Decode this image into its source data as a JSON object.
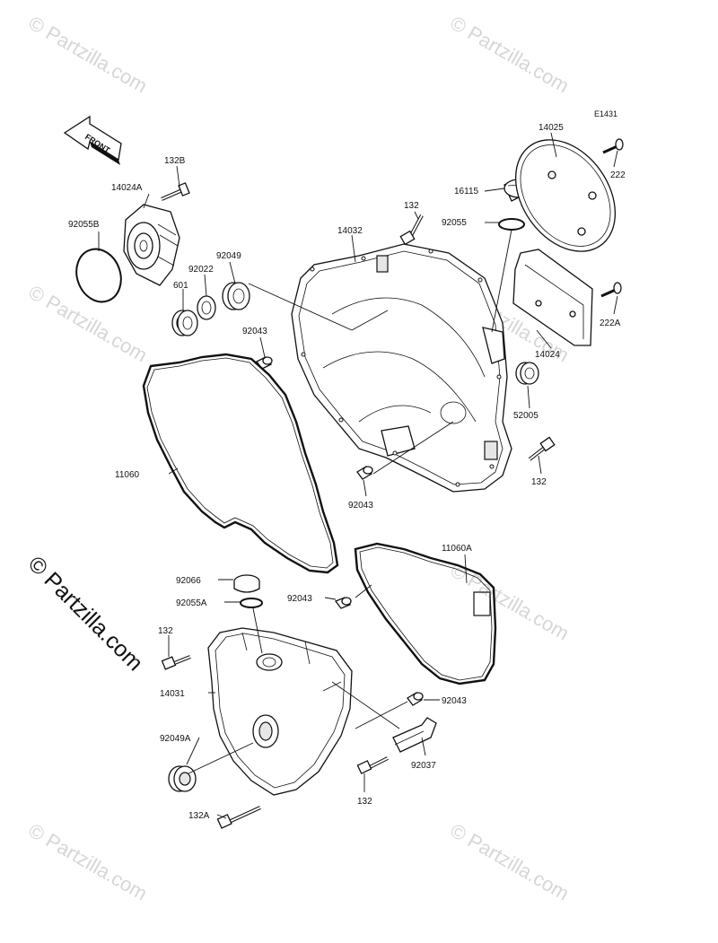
{
  "diagram": {
    "code": "E1431",
    "front_label": "FRONT",
    "copyright_text": "© Partzilla.com",
    "watermark_text": "© Partzilla.com",
    "callouts": [
      {
        "id": "c-132b",
        "label": "132B"
      },
      {
        "id": "c-14024a",
        "label": "14024A"
      },
      {
        "id": "c-92055b",
        "label": "92055B"
      },
      {
        "id": "c-92049",
        "label": "92049"
      },
      {
        "id": "c-92022",
        "label": "92022"
      },
      {
        "id": "c-601",
        "label": "601"
      },
      {
        "id": "c-92043-a",
        "label": "92043"
      },
      {
        "id": "c-14032",
        "label": "14032"
      },
      {
        "id": "c-132-a",
        "label": "132"
      },
      {
        "id": "c-16115",
        "label": "16115"
      },
      {
        "id": "c-92055",
        "label": "92055"
      },
      {
        "id": "c-14025",
        "label": "14025"
      },
      {
        "id": "c-222",
        "label": "222"
      },
      {
        "id": "c-222a",
        "label": "222A"
      },
      {
        "id": "c-14024",
        "label": "14024"
      },
      {
        "id": "c-52005",
        "label": "52005"
      },
      {
        "id": "c-132-b",
        "label": "132"
      },
      {
        "id": "c-11060",
        "label": "11060"
      },
      {
        "id": "c-92043-b",
        "label": "92043"
      },
      {
        "id": "c-11060a",
        "label": "11060A"
      },
      {
        "id": "c-92066",
        "label": "92066"
      },
      {
        "id": "c-92055a",
        "label": "92055A"
      },
      {
        "id": "c-92043-c",
        "label": "92043"
      },
      {
        "id": "c-132-c",
        "label": "132"
      },
      {
        "id": "c-14031",
        "label": "14031"
      },
      {
        "id": "c-92043-d",
        "label": "92043"
      },
      {
        "id": "c-92049a",
        "label": "92049A"
      },
      {
        "id": "c-92037",
        "label": "92037"
      },
      {
        "id": "c-132-d",
        "label": "132"
      },
      {
        "id": "c-132a",
        "label": "132A"
      }
    ]
  }
}
